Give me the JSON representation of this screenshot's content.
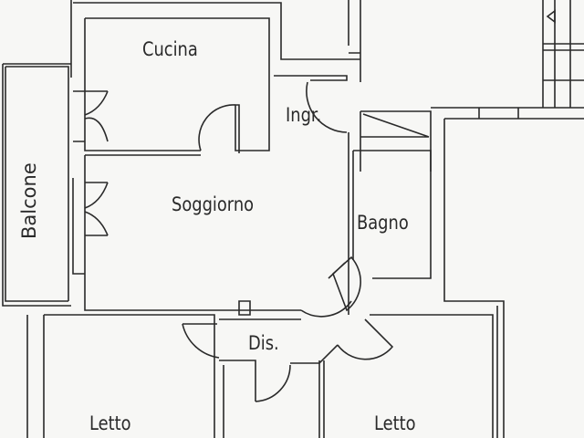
{
  "rooms": {
    "cucina": "Cucina",
    "ingresso": "Ingr.",
    "soggiorno": "Soggiorno",
    "balcone": "Balcone",
    "bagno": "Bagno",
    "disimpegno": "Dis.",
    "letto_left": "Letto",
    "letto_right": "Letto"
  }
}
